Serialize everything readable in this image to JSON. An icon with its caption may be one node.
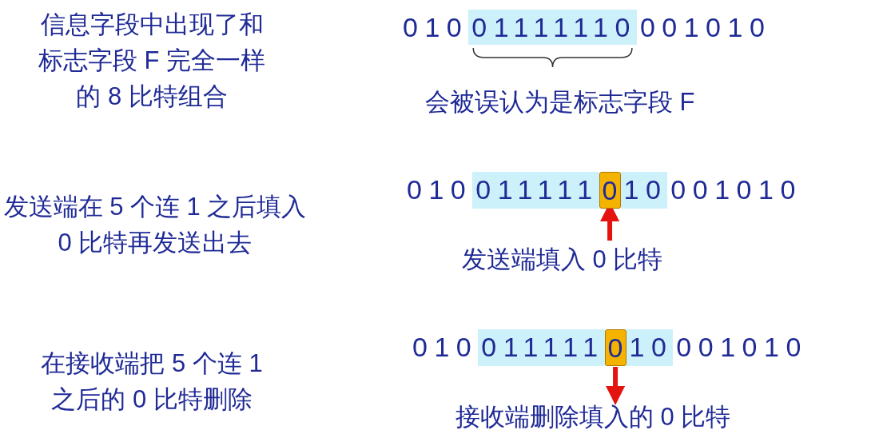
{
  "diagram": {
    "nodes": [
      {
        "text": [
          "0"
        ]
      },
      {
        "text": [
          "发送端填入 0 比特"
        ]
      },
      {
        "text": [
          "0"
        ]
      },
      {
        "text": [
          "接收端删除填入的 0 比特"
        ]
      }
    ],
    "edges": [
      {
        "from": 1,
        "to": 0,
        "arrow": "to"
      },
      {
        "from": 2,
        "to": 3,
        "arrow": "to"
      }
    ],
    "labels": [
      "信息字段中出现了和标志字段 F 完全一样的 8 比特组合",
      "010",
      "01111110",
      "001010",
      "会被误认为是标志字段 F",
      "发送端在 5 个连 1 之后填入 0 比特再发送出去",
      "010",
      "011111",
      "10",
      "001010",
      "在接收端把 5 个连 1 之后的 0 比特删除",
      "010",
      "011111",
      "10",
      "001010"
    ]
  }
}
